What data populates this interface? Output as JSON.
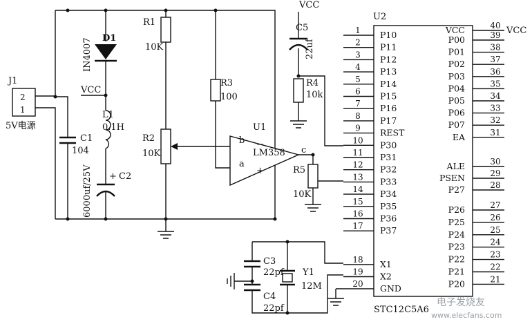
{
  "components": {
    "j1": {
      "ref": "J1",
      "pins": [
        "2",
        "1"
      ],
      "note": "5V电源"
    },
    "c1": {
      "ref": "C1",
      "value": "104"
    },
    "d1": {
      "ref": "D1",
      "value": "IN4007"
    },
    "vcc_label": "VCC",
    "l1": {
      "ref": "L1",
      "value": "0.1H"
    },
    "c2": {
      "ref": "C2",
      "value": "6000uf/25V",
      "polarity": "+"
    },
    "r1": {
      "ref": "R1",
      "value": "10K"
    },
    "r2": {
      "ref": "R2",
      "value": "10K"
    },
    "r3": {
      "ref": "R3",
      "value": "100"
    },
    "u1": {
      "ref": "U1",
      "value": "LM358",
      "minus": "−",
      "plus": "+",
      "b": "b",
      "a": "a",
      "c": "c"
    },
    "r5": {
      "ref": "R5",
      "value": "10K"
    },
    "c5": {
      "ref": "C5",
      "value": "22uf"
    },
    "r4": {
      "ref": "R4",
      "value": "10k"
    },
    "c3": {
      "ref": "C3",
      "value": "22pf"
    },
    "c4": {
      "ref": "C4",
      "value": "22pf"
    },
    "y1": {
      "ref": "Y1",
      "value": "12M"
    },
    "u2": {
      "ref": "U2",
      "part": "STC12C5A6"
    }
  },
  "u2_left": [
    {
      "num": "1",
      "name": "P10"
    },
    {
      "num": "2",
      "name": "P11"
    },
    {
      "num": "3",
      "name": "P12"
    },
    {
      "num": "4",
      "name": "P13"
    },
    {
      "num": "5",
      "name": "P14"
    },
    {
      "num": "6",
      "name": "P15"
    },
    {
      "num": "7",
      "name": "P16"
    },
    {
      "num": "8",
      "name": "P17"
    },
    {
      "num": "9",
      "name": "REST"
    },
    {
      "num": "10",
      "name": "P30"
    },
    {
      "num": "11",
      "name": "P31"
    },
    {
      "num": "12",
      "name": "P32"
    },
    {
      "num": "13",
      "name": "P33"
    },
    {
      "num": "14",
      "name": "P34"
    },
    {
      "num": "15",
      "name": "P35"
    },
    {
      "num": "16",
      "name": "P36"
    },
    {
      "num": "17",
      "name": "P37"
    },
    {
      "num": "18",
      "name": "X1"
    },
    {
      "num": "19",
      "name": "X2"
    },
    {
      "num": "20",
      "name": "GND"
    }
  ],
  "u2_right": [
    {
      "num": "40",
      "name": "VCC"
    },
    {
      "num": "39",
      "name": "P00"
    },
    {
      "num": "38",
      "name": "P01"
    },
    {
      "num": "37",
      "name": "P02"
    },
    {
      "num": "36",
      "name": "P03"
    },
    {
      "num": "35",
      "name": "P04"
    },
    {
      "num": "34",
      "name": "P05"
    },
    {
      "num": "33",
      "name": "P06"
    },
    {
      "num": "32",
      "name": "P07"
    },
    {
      "num": "31",
      "name": "EA"
    },
    {
      "num": "30",
      "name": "ALE"
    },
    {
      "num": "29",
      "name": "PSEN"
    },
    {
      "num": "28",
      "name": "P27"
    },
    {
      "num": "27",
      "name": "P26"
    },
    {
      "num": "26",
      "name": "P25"
    },
    {
      "num": "25",
      "name": "P24"
    },
    {
      "num": "24",
      "name": "P23"
    },
    {
      "num": "23",
      "name": "P22"
    },
    {
      "num": "22",
      "name": "P21"
    },
    {
      "num": "21",
      "name": "P20"
    }
  ],
  "watermark": "电子发烧友",
  "watermark_url": "www.elecfans.com"
}
